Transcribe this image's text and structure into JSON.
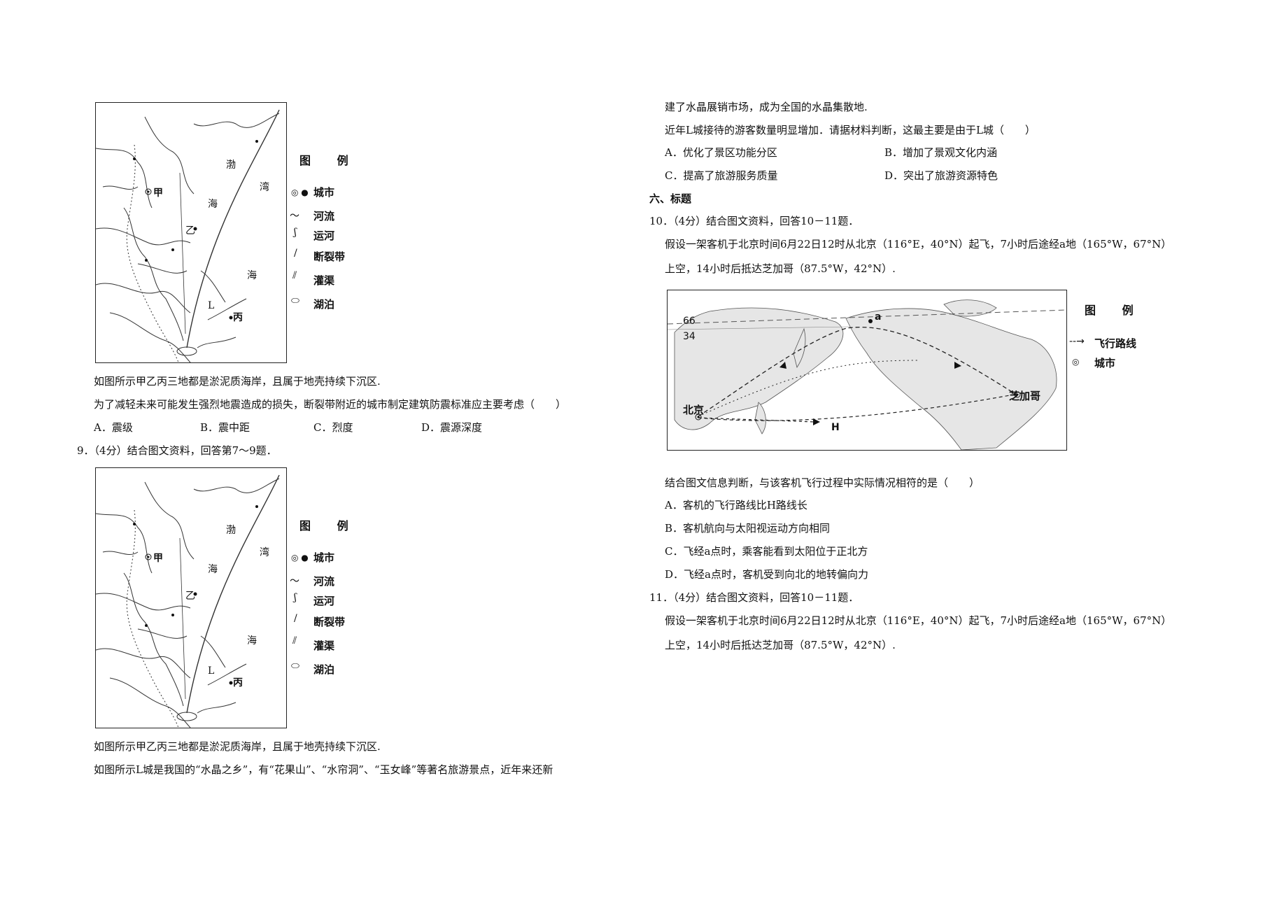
{
  "map_legend": {
    "title": "图 例",
    "city": "城市",
    "river": "河流",
    "canal": "运河",
    "fault": "断裂带",
    "irrigation": "灌渠",
    "lake": "湖泊"
  },
  "map_labels": {
    "jia": "甲",
    "yi": "乙",
    "bing": "丙",
    "L": "L",
    "bo": "渤",
    "hai1": "海",
    "wan": "湾",
    "hai2": "海"
  },
  "left": {
    "q8_text1": "如图所示甲乙丙三地都是淤泥质海岸，且属于地壳持续下沉区.",
    "q8_text2": "为了减轻未来可能发生强烈地震造成的损失，断裂带附近的城市制定建筑防震标准应主要考虑（　　）",
    "q8_options": [
      "A．震级",
      "B．震中距",
      "C．烈度",
      "D．震源深度"
    ],
    "q9_header": "9．（4分）结合图文资料，回答第7～9题．",
    "q9_text1": "如图所示甲乙丙三地都是淤泥质海岸，且属于地壳持续下沉区.",
    "q9_text2": "如图所示L城是我国的“水晶之乡”，有“花果山”、“水帘洞”、“玉女峰”等著名旅游景点，近年来还新"
  },
  "right": {
    "q9_cont": "建了水晶展销市场，成为全国的水晶集散地.",
    "q9_question": "近年L城接待的游客数量明显增加．请据材料判断，这最主要是由于L城（　　）",
    "q9_options": [
      "A．优化了景区功能分区",
      "B．增加了景观文化内涵",
      "C．提高了旅游服务质量",
      "D．突出了旅游资源特色"
    ],
    "section6": "六、标题",
    "q10_header": "10．（4分）结合图文资料，回答10－11题．",
    "q10_text1": "假设一架客机于北京时间6月22日12时从北京（116°E，40°N）起飞，7小时后途经a地（165°W，67°N）",
    "q10_text2": "上空，14小时后抵达芝加哥（87.5°W，42°N）.",
    "flight_map": {
      "lat66": "66",
      "lat34": "34",
      "beijing": "北京",
      "chicago": "芝加哥",
      "point_a": "a",
      "route_h": "H",
      "legend_title": "图 例",
      "legend_route": "飞行路线",
      "legend_city": "城市"
    },
    "q10_question": "结合图文信息判断，与该客机飞行过程中实际情况相符的是（　　）",
    "q10_options": [
      "A．客机的飞行路线比H路线长",
      "B．客机航向与太阳视运动方向相同",
      "C．飞经a点时，乘客能看到太阳位于正北方",
      "D．飞经a点时，客机受到向北的地转偏向力"
    ],
    "q11_header": "11．（4分）结合图文资料，回答10－11题．",
    "q11_text1": "假设一架客机于北京时间6月22日12时从北京（116°E，40°N）起飞，7小时后途经a地（165°W，67°N）",
    "q11_text2": "上空，14小时后抵达芝加哥（87.5°W，42°N）."
  }
}
